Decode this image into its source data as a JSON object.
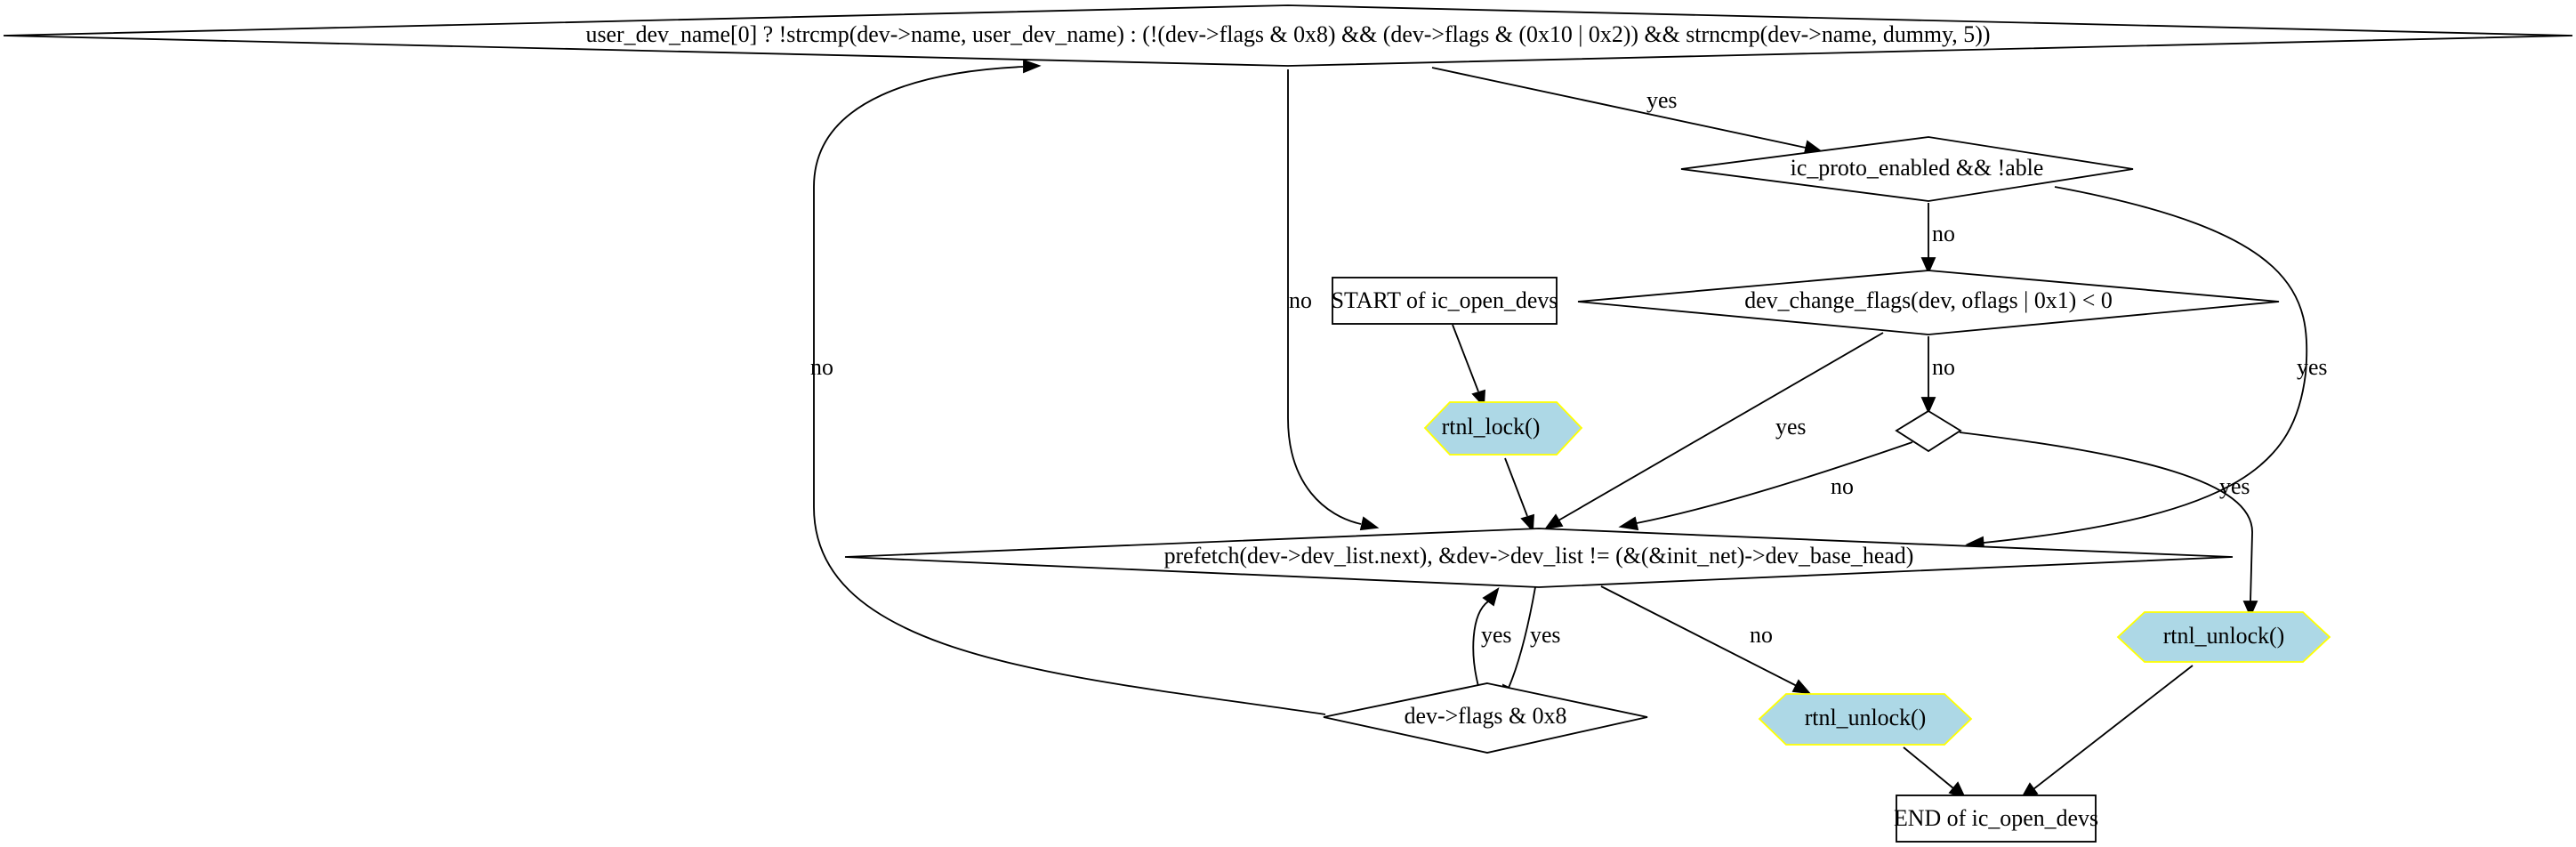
{
  "diagram": {
    "nodes": {
      "start": "START of ic_open_devs",
      "rtnl_lock": "rtnl_lock()",
      "loop_cond": "prefetch(dev->dev_list.next), &dev->dev_list != (&(&init_net)->dev_base_head)",
      "loopback_check": "dev->flags & 0x8",
      "name_check": "user_dev_name[0] ? !strcmp(dev->name, user_dev_name) : (!(dev->flags & 0x8) && (dev->flags & (0x10 | 0x2)) && strncmp(dev->name, dummy, 5))",
      "proto_check": "ic_proto_enabled && !able",
      "change_flags": "dev_change_flags(dev, oflags | 0x1) < 0",
      "empty_decision": "",
      "rtnl_unlock_1": "rtnl_unlock()",
      "rtnl_unlock_2": "rtnl_unlock()",
      "end": "END of ic_open_devs"
    },
    "edge_labels": {
      "loop_to_flags": "yes",
      "flags_to_loop": "yes",
      "flags_to_name": "no",
      "name_yes": "yes",
      "name_no": "no",
      "proto_no": "no",
      "proto_yes": "yes",
      "change_yes": "yes",
      "change_no": "no",
      "empty_no": "no",
      "empty_yes": "yes",
      "loop_no": "no"
    }
  }
}
